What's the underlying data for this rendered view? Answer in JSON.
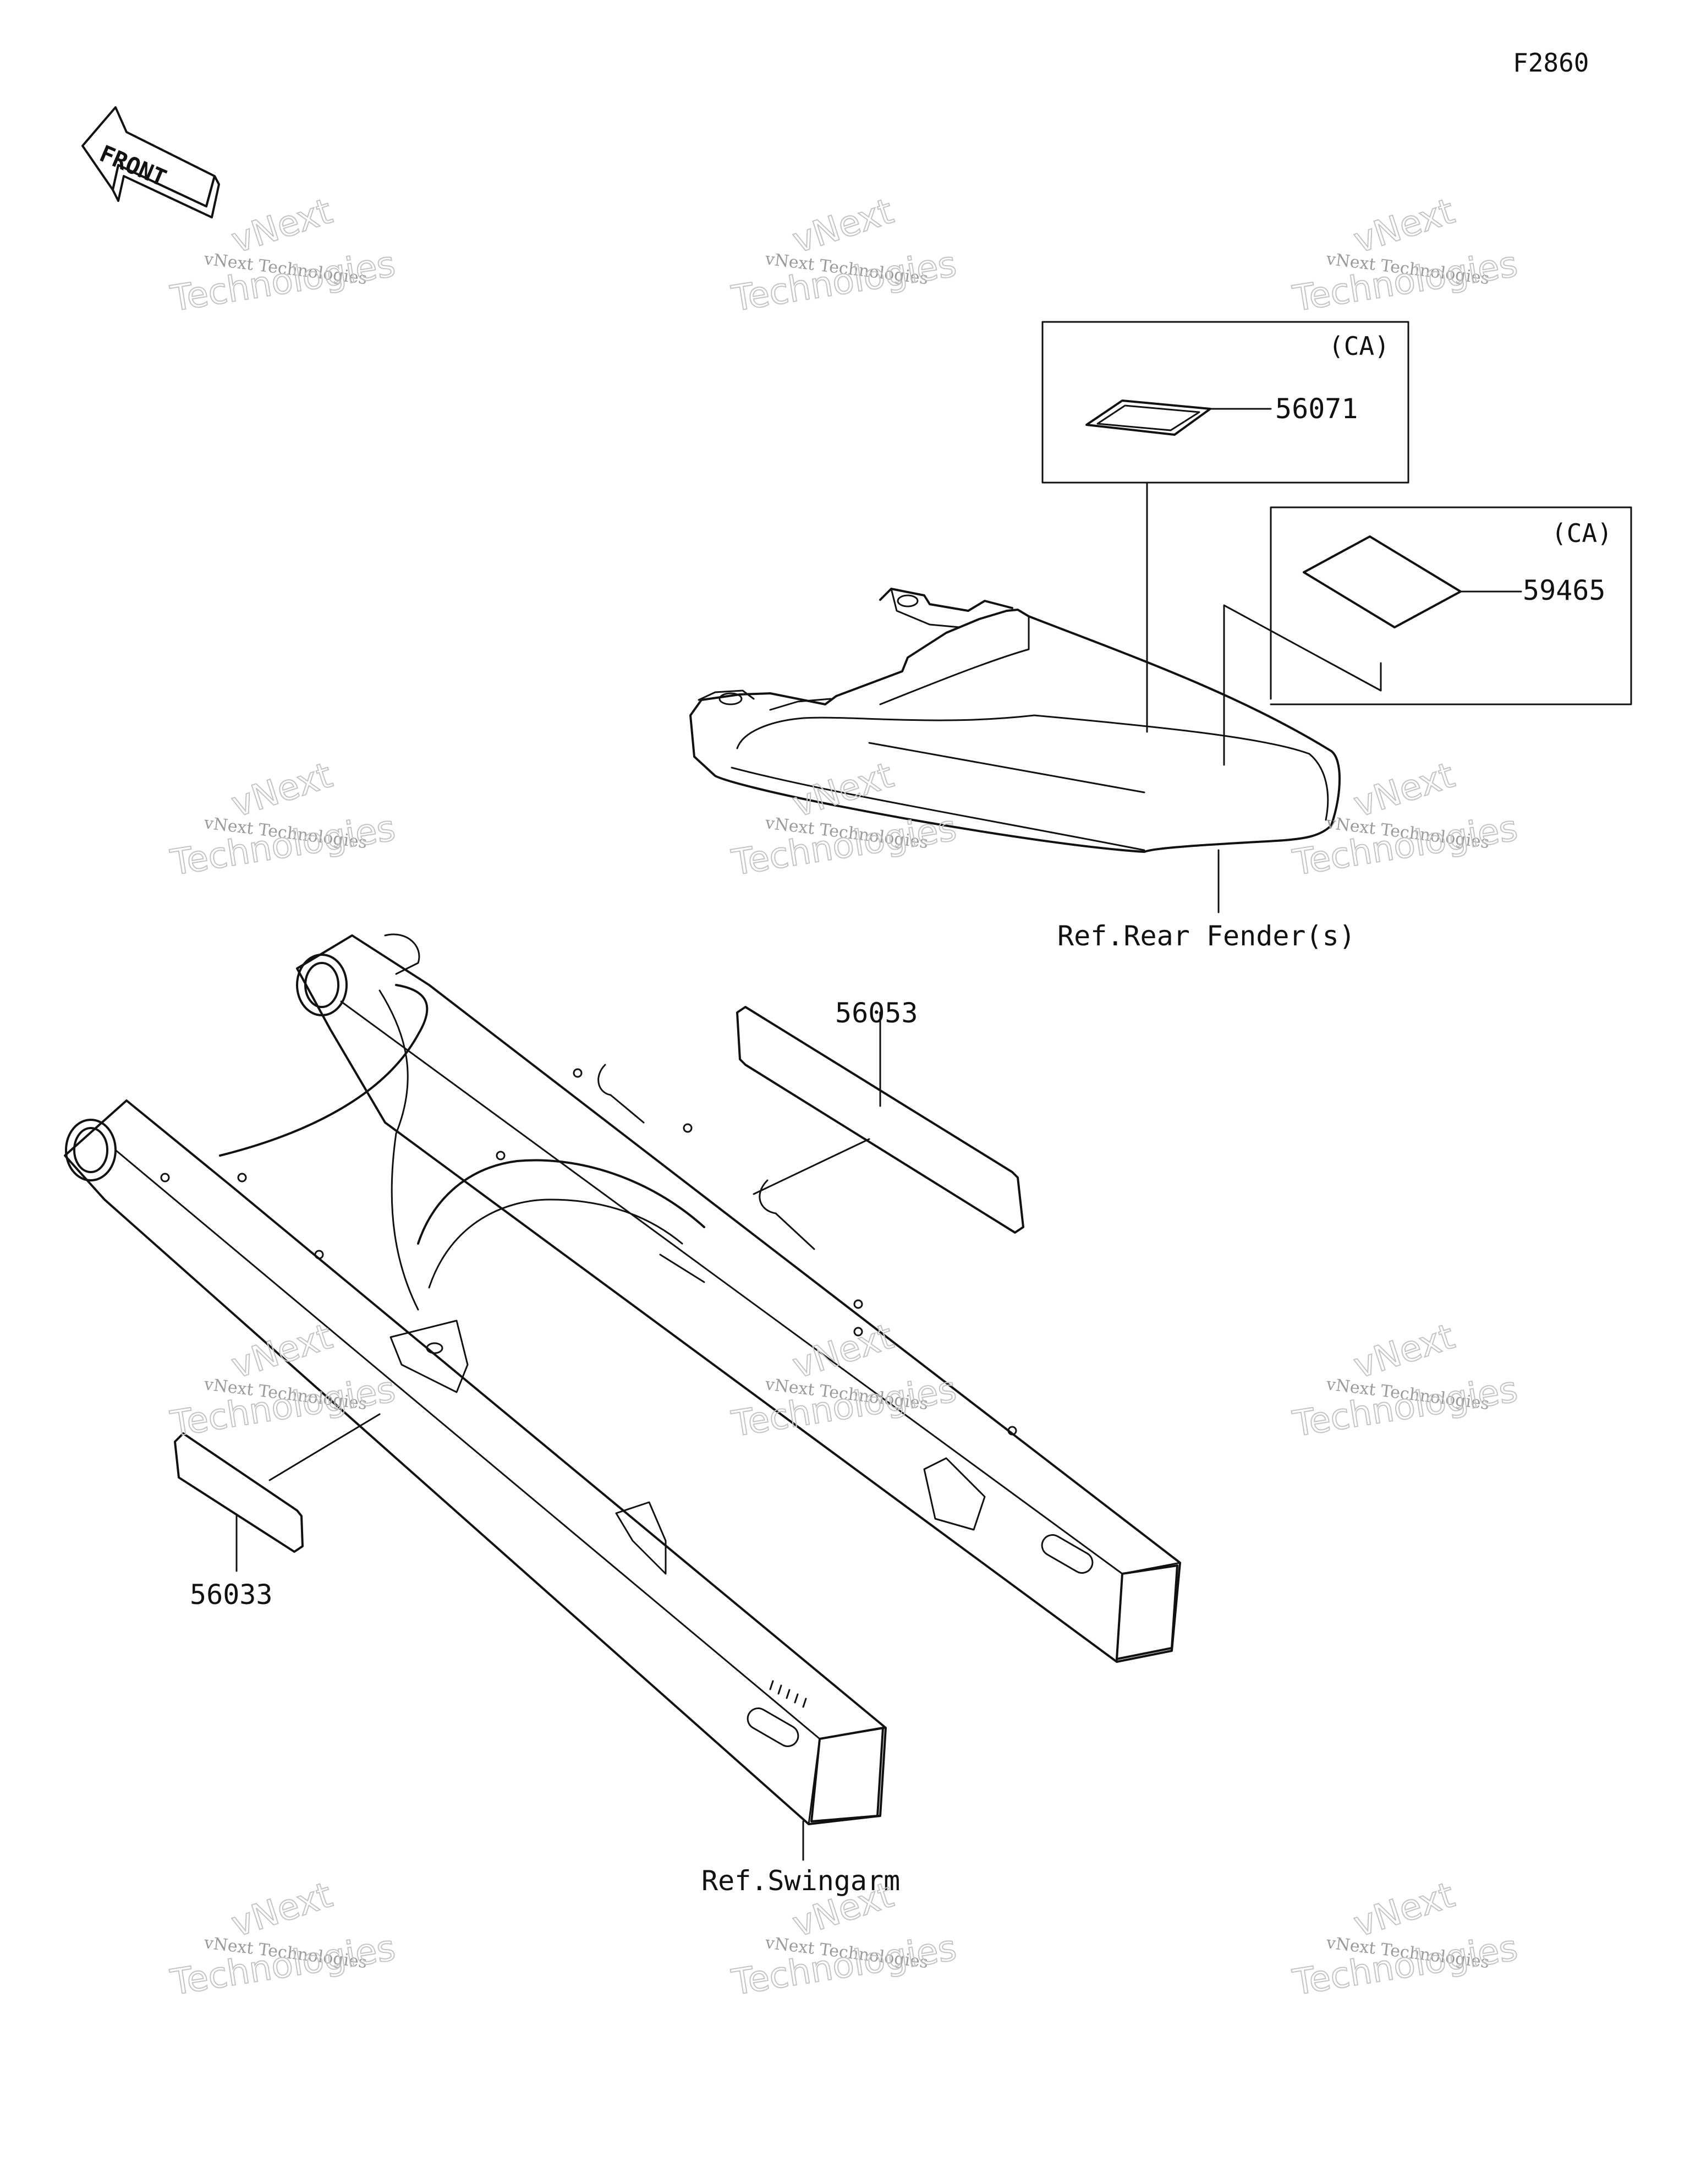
{
  "diagram_id": "F2860",
  "front_arrow_label": "FRONT",
  "callouts": {
    "part_56071": "56071",
    "part_59465": "59465",
    "part_56053": "56053",
    "part_56033": "56033",
    "region_56071": "(CA)",
    "region_59465": "(CA)",
    "ref_rear_fender": "Ref.Rear Fender(s)",
    "ref_swingarm": "Ref.Swingarm"
  },
  "watermark": {
    "line1": "vNext Technologies",
    "big_top": "vNext",
    "big_bottom": "Technologies"
  }
}
